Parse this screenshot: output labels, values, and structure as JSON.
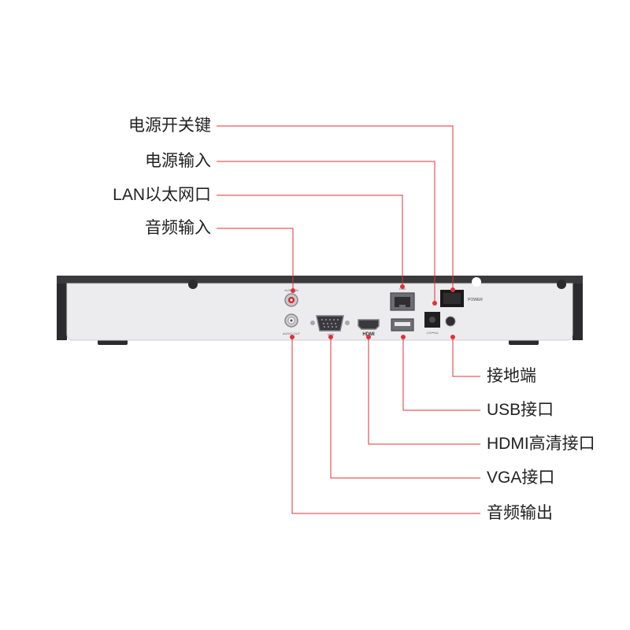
{
  "labels_top": [
    {
      "id": "power-switch",
      "text": "电源开关键"
    },
    {
      "id": "power-input",
      "text": "电源输入"
    },
    {
      "id": "lan-port",
      "text": "LAN以太网口"
    },
    {
      "id": "audio-input",
      "text": "音频输入"
    }
  ],
  "labels_bottom": [
    {
      "id": "ground-terminal",
      "text": "接地端"
    },
    {
      "id": "usb-port",
      "text": "USB接口"
    },
    {
      "id": "hdmi-port",
      "text": "HDMI高清接口"
    },
    {
      "id": "vga-port",
      "text": "VGA接口"
    },
    {
      "id": "audio-output",
      "text": "音频输出"
    }
  ],
  "panel_text": {
    "audio_in": "AUDIO IN",
    "audio_out": "AUDIO OUT",
    "vga": "VGA",
    "hdmi": "HDMI",
    "lan": "LAN",
    "dc": "12V⎓1A",
    "power": "POWER"
  },
  "colors": {
    "accent": "#e0303a",
    "panel": "#ececee",
    "frame": "#2b2b2d",
    "text": "#222222"
  }
}
